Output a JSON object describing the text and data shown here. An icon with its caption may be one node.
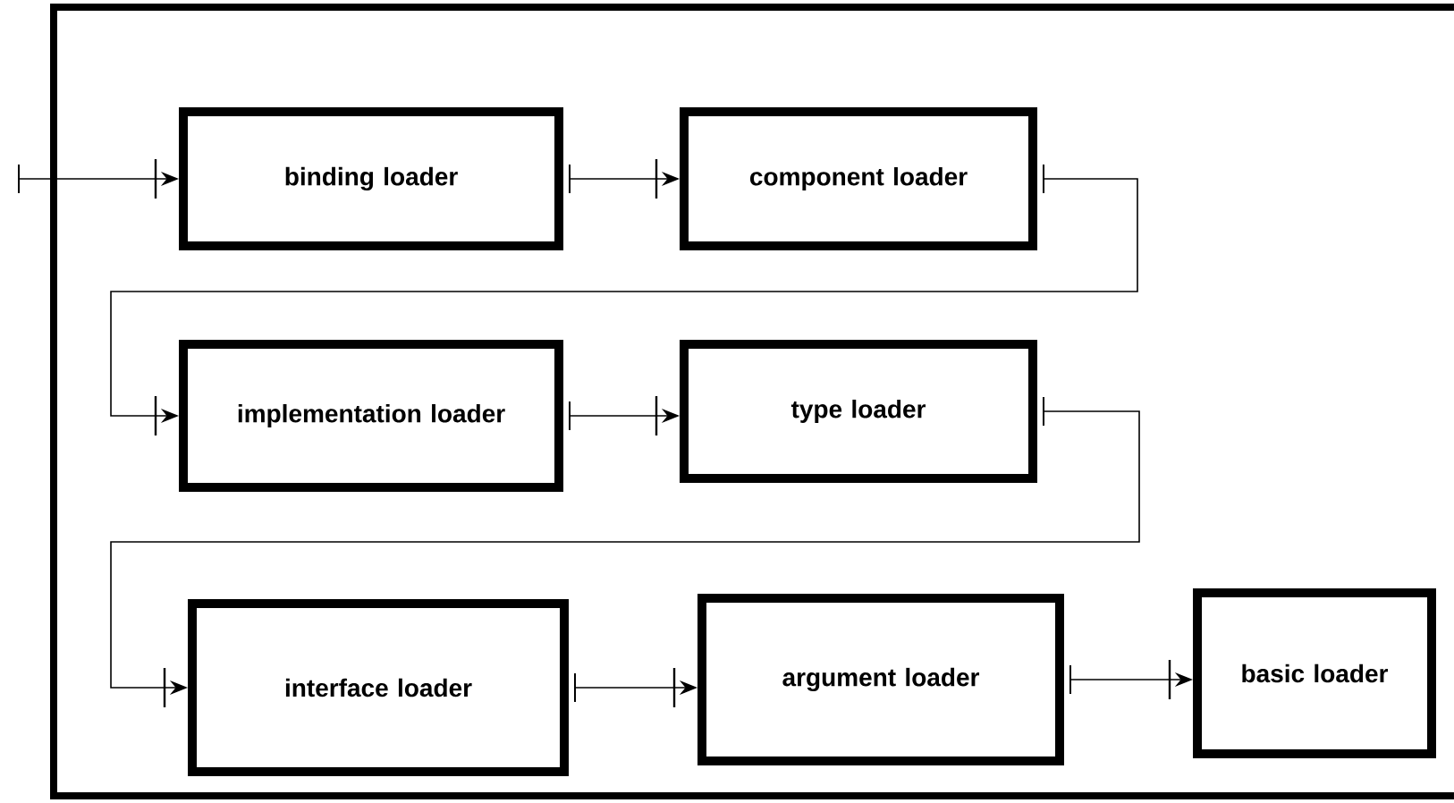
{
  "diagram": {
    "nodes": [
      {
        "text": [
          "binding loader"
        ]
      },
      {
        "text": [
          "component loader"
        ]
      },
      {
        "text": [
          "implementation loader"
        ]
      },
      {
        "text": [
          "type loader"
        ]
      },
      {
        "text": [
          "interface loader"
        ]
      },
      {
        "text": [
          "argument loader"
        ]
      },
      {
        "text": [
          "basic loader"
        ]
      }
    ],
    "edges": [
      {
        "from": null,
        "to": 0,
        "arrow": "to"
      },
      {
        "from": 0,
        "to": 1,
        "arrow": "to"
      },
      {
        "from": 1,
        "to": 2,
        "arrow": "to"
      },
      {
        "from": 2,
        "to": 3,
        "arrow": "to"
      },
      {
        "from": 3,
        "to": 4,
        "arrow": "to"
      },
      {
        "from": 4,
        "to": 5,
        "arrow": "to"
      },
      {
        "from": 5,
        "to": 6,
        "arrow": "to"
      }
    ]
  }
}
